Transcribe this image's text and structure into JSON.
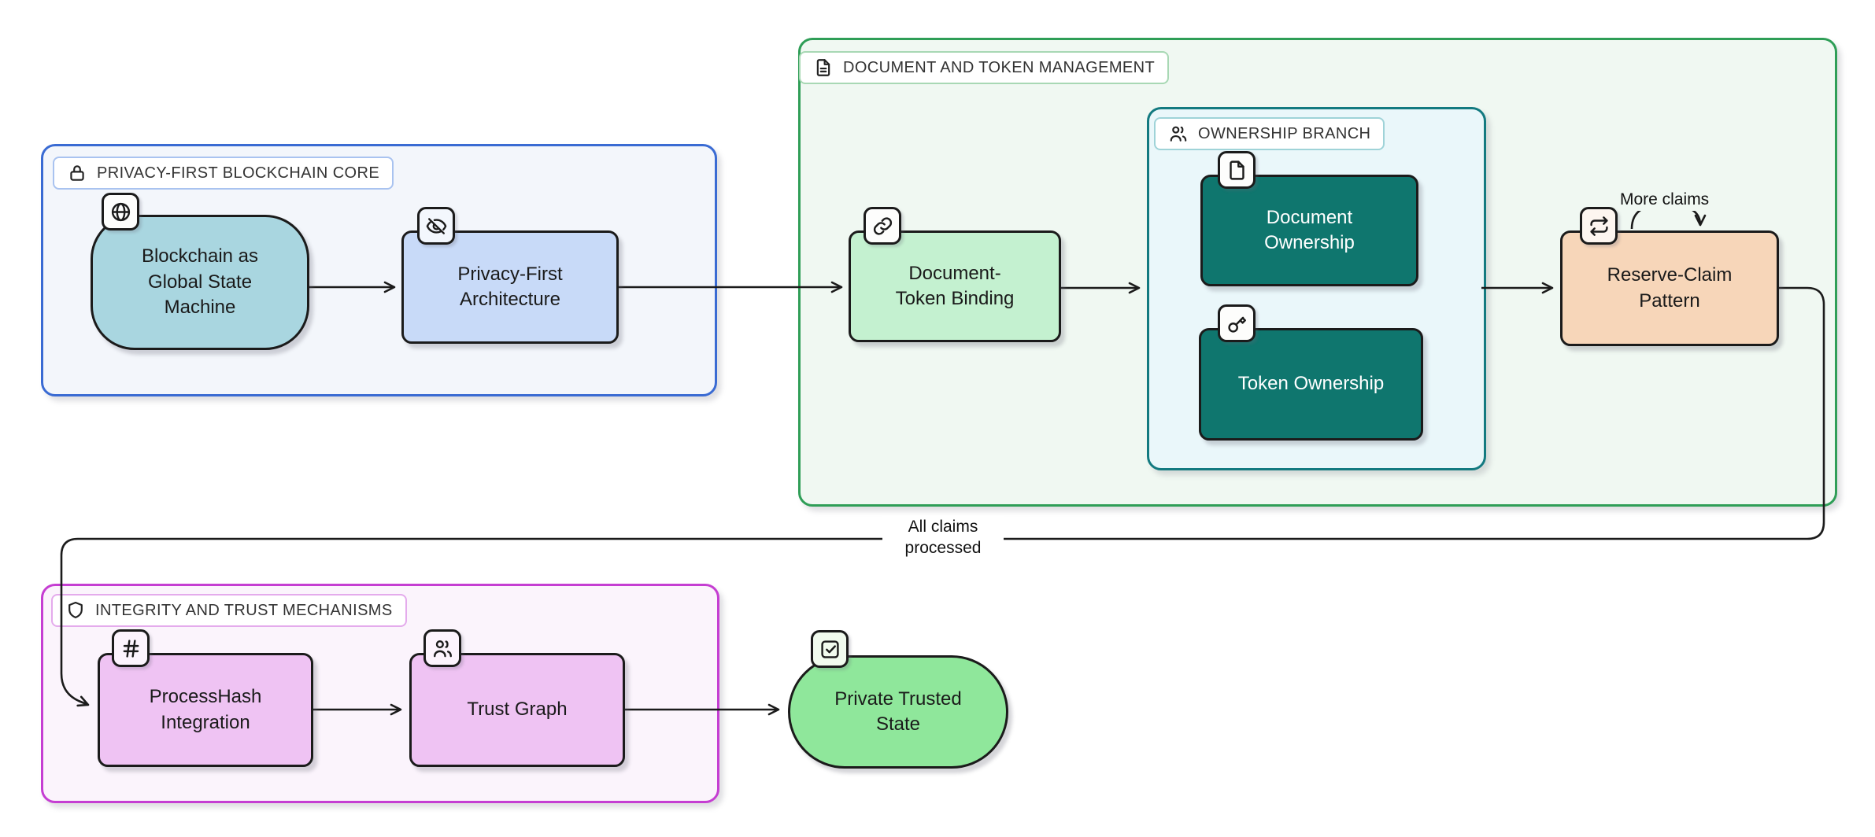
{
  "groups": {
    "privacy_core": {
      "label": "PRIVACY-FIRST BLOCKCHAIN CORE",
      "icon": "lock-icon",
      "border_color": "#3a6bd3",
      "fill": "#f3f6fb"
    },
    "doc_token_mgmt": {
      "label": "DOCUMENT AND TOKEN MANAGEMENT",
      "icon": "document-icon",
      "border_color": "#2f9e57",
      "fill": "#f0f8f2"
    },
    "ownership_branch": {
      "label": "OWNERSHIP BRANCH",
      "icon": "users-icon",
      "border_color": "#137a80",
      "fill": "#eaf7fa"
    },
    "integrity_trust": {
      "label": "INTEGRITY AND TRUST MECHANISMS",
      "icon": "shield-icon",
      "border_color": "#c53ed2",
      "fill": "#fbf4fc"
    }
  },
  "nodes": {
    "blockchain": {
      "label": "Blockchain as Global State Machine",
      "icon": "globe-icon",
      "fill": "#a9d6e0"
    },
    "privacy_arch": {
      "label": "Privacy-First Architecture",
      "icon": "eye-off-icon",
      "fill": "#c8daf8"
    },
    "doc_token_binding": {
      "label": "Document-Token Binding",
      "icon": "link-icon",
      "fill": "#c4f1d0"
    },
    "document_ownership": {
      "label": "Document Ownership",
      "icon": "file-icon",
      "fill": "#0f766e",
      "text_color": "#ffffff"
    },
    "token_ownership": {
      "label": "Token Ownership",
      "icon": "key-icon",
      "fill": "#0f766e",
      "text_color": "#ffffff"
    },
    "reserve_claim": {
      "label": "Reserve-Claim Pattern",
      "icon": "repeat-icon",
      "fill": "#f7d6b9"
    },
    "process_hash": {
      "label": "ProcessHash Integration",
      "icon": "hash-icon",
      "fill": "#efc3f3"
    },
    "trust_graph": {
      "label": "Trust Graph",
      "icon": "users-icon",
      "fill": "#efc3f3"
    },
    "private_trusted_state": {
      "label": "Private Trusted State",
      "icon": "check-square-icon",
      "fill": "#8fe79b"
    }
  },
  "edge_labels": {
    "self_loop": "More claims",
    "feedback": "All claims processed"
  },
  "colors": {
    "edge_stroke": "#1b1b1b",
    "dark_teal_node": "#0f766e",
    "canvas_background": "#ffffff"
  }
}
